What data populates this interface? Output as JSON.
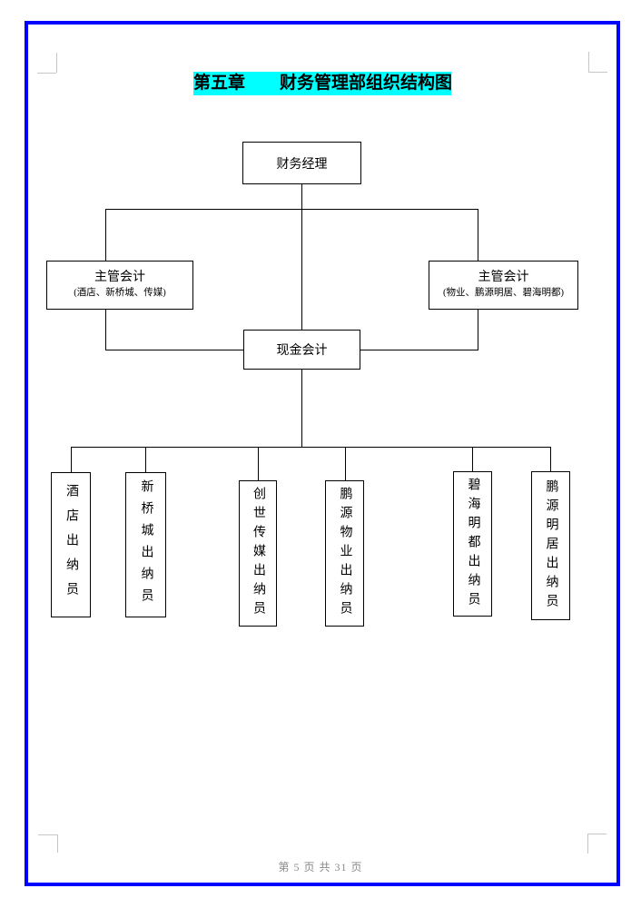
{
  "page": {
    "title": "第五章　　财务管理部组织结构图",
    "title_highlight_color": "#00ffff",
    "border_color": "#0000ff",
    "footer": "第 5 页 共 31 页"
  },
  "chart": {
    "root": "财务经理",
    "supervisor_left": {
      "title": "主管会计",
      "subtitle": "(酒店、新桥城、传媒)"
    },
    "supervisor_right": {
      "title": "主管会计",
      "subtitle": "(物业、鹏源明居、碧海明都)"
    },
    "cash": "现金会计",
    "cashiers": [
      "酒店出纳员",
      "新桥城出纳员",
      "创世传媒出纳员",
      "鹏源物业出纳员",
      "碧海明都出纳员",
      "鹏源明居出纳员"
    ]
  }
}
